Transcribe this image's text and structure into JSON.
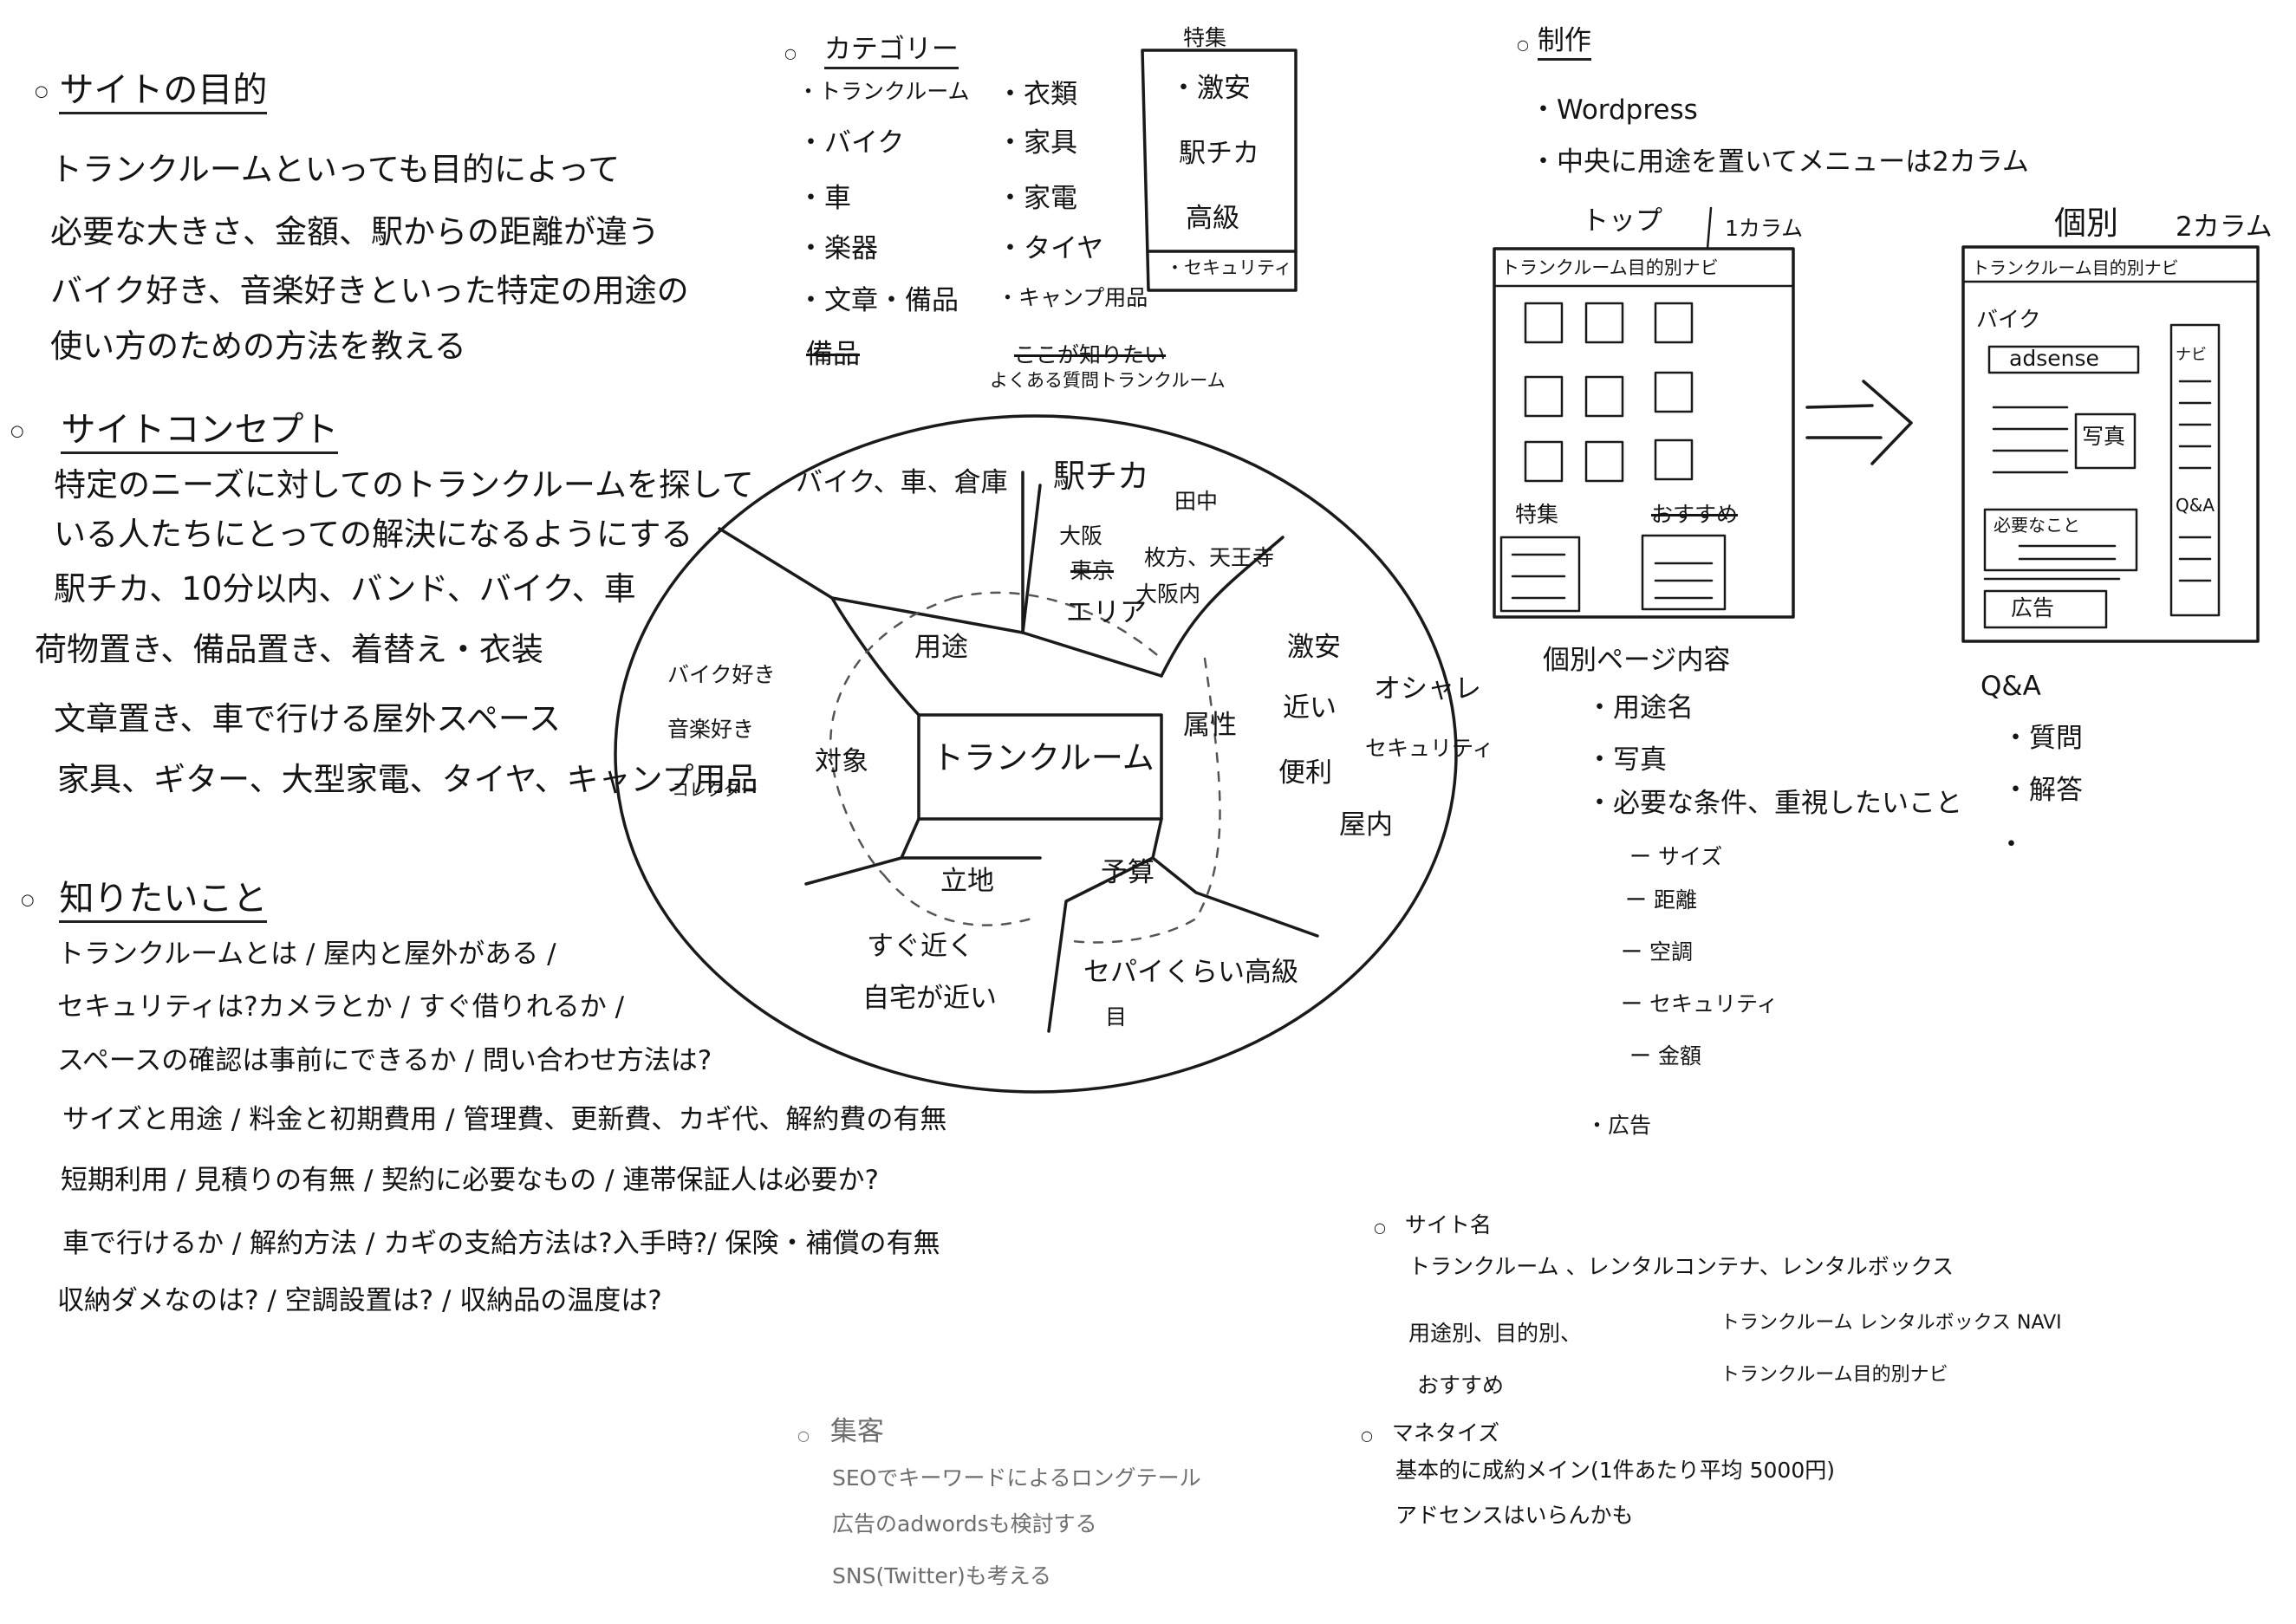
{
  "purpose": {
    "heading": "サイトの目的",
    "lines": [
      "トランクルームといっても目的によって",
      "必要な大きさ、金額、駅からの距離が違う",
      "バイク好き、音楽好きといった特定の用途の",
      "使い方のための方法を教える"
    ]
  },
  "concept": {
    "heading": "サイトコンセプト",
    "lines": [
      "特定のニーズに対してのトランクルームを探して",
      "いる人たちにとっての解決になるようにする",
      "駅チカ、10分以内、バンド、バイク、車",
      "荷物置き、備品置き、着替え・衣装",
      "文章置き、車で行ける屋外スペース",
      "家具、ギター、大型家電、タイヤ、キャンプ用品"
    ]
  },
  "wants": {
    "heading": "知りたいこと",
    "lines": [
      "トランクルームとは / 屋内と屋外がある /",
      "セキュリティは?カメラとか / すぐ借りれるか /",
      "スペースの確認は事前にできるか / 問い合わせ方法は?",
      "サイズと用途 / 料金と初期費用 / 管理費、更新費、カギ代、解約費の有無",
      "短期利用 / 見積りの有無 / 契約に必要なもの / 連帯保証人は必要か?",
      "車で行けるか / 解約方法 / カギの支給方法は?入手時?/ 保険・補償の有無",
      "収納ダメなのは? / 空調設置は? / 収納品の温度は?"
    ]
  },
  "category": {
    "heading": "カテゴリー",
    "col1": [
      "トランクルーム",
      "バイク",
      "車",
      "楽器",
      "文章・備品"
    ],
    "col1_struck": "備品",
    "col2": [
      "衣類",
      "家具",
      "家電",
      "タイヤ",
      "キャンプ用品"
    ],
    "col2_struck": "ここが知りたい",
    "col2_note": "よくある質問トランクルーム"
  },
  "feature": {
    "heading": "特集",
    "items": [
      "激安",
      "駅チカ",
      "高級"
    ],
    "footer": "セキュリティ"
  },
  "mindmap": {
    "center": "トランクルーム",
    "usage": "用途",
    "target": "対象",
    "location": "立地",
    "attribute": "属性",
    "budget": "予算",
    "usage_items": "バイク、車、倉庫",
    "station_title": "駅チカ",
    "station_sub": "田中",
    "area_lines": [
      "大阪",
      "東京"
    ],
    "area_mid": "枚方、天王寺",
    "area_mid2": "大阪内",
    "area_label": "エリア",
    "target_items": [
      "バイク好き",
      "音楽好き",
      "コレクター"
    ],
    "attr_items": [
      "激安",
      "近い",
      "便利",
      "オシャレ",
      "セキュリティ",
      "屋内"
    ],
    "location_items": [
      "すぐ近く",
      "自宅が近い"
    ],
    "budget_items": "セパイくらい高級",
    "budget_note": "目"
  },
  "production": {
    "heading": "制作",
    "lines": [
      "・Wordpress",
      "・中央に用途を置いてメニューは2カラム"
    ]
  },
  "wireframe_top": {
    "label_top": "トップ",
    "label_cols": "1カラム",
    "nav": "トランクルーム目的別ナビ",
    "feature": "特集",
    "feature_struck": "おすすめ"
  },
  "wireframe_detail": {
    "label_title": "個別",
    "label_cols": "2カラム",
    "nav": "トランクルーム目的別ナビ",
    "section": "バイク",
    "adsense": "adsense",
    "side": "ナビ",
    "photo": "写真",
    "qa": "Q&A",
    "checklist": "必要なこと",
    "ad": "広告"
  },
  "page_content": {
    "heading": "個別ページ内容",
    "items": [
      "・用途名",
      "・写真",
      "・必要な条件、重視したいこと"
    ],
    "sub_items": [
      "ー サイズ",
      "ー 距離",
      "ー 空調",
      "ー セキュリティ",
      "ー 金額"
    ],
    "last": "・広告"
  },
  "qa": {
    "heading": "Q&A",
    "items": [
      "・質問",
      "・解答"
    ],
    "bullet": "・"
  },
  "site_name": {
    "heading": "サイト名",
    "line1": "トランクルーム 、レンタルコンテナ、レンタルボックス",
    "col1": [
      "用途別、目的別、",
      "おすすめ"
    ],
    "col2": [
      "トランクルーム レンタルボックス NAVI",
      "トランクルーム目的別ナビ"
    ]
  },
  "monetize": {
    "heading": "マネタイズ",
    "lines": [
      "基本的に成約メイン(1件あたり平均 5000円)",
      "アドセンスはいらんかも"
    ]
  },
  "acquisition": {
    "heading": "集客",
    "lines": [
      "SEOでキーワードによるロングテール",
      "広告のadwordsも検討する",
      "SNS(Twitter)も考える"
    ]
  }
}
